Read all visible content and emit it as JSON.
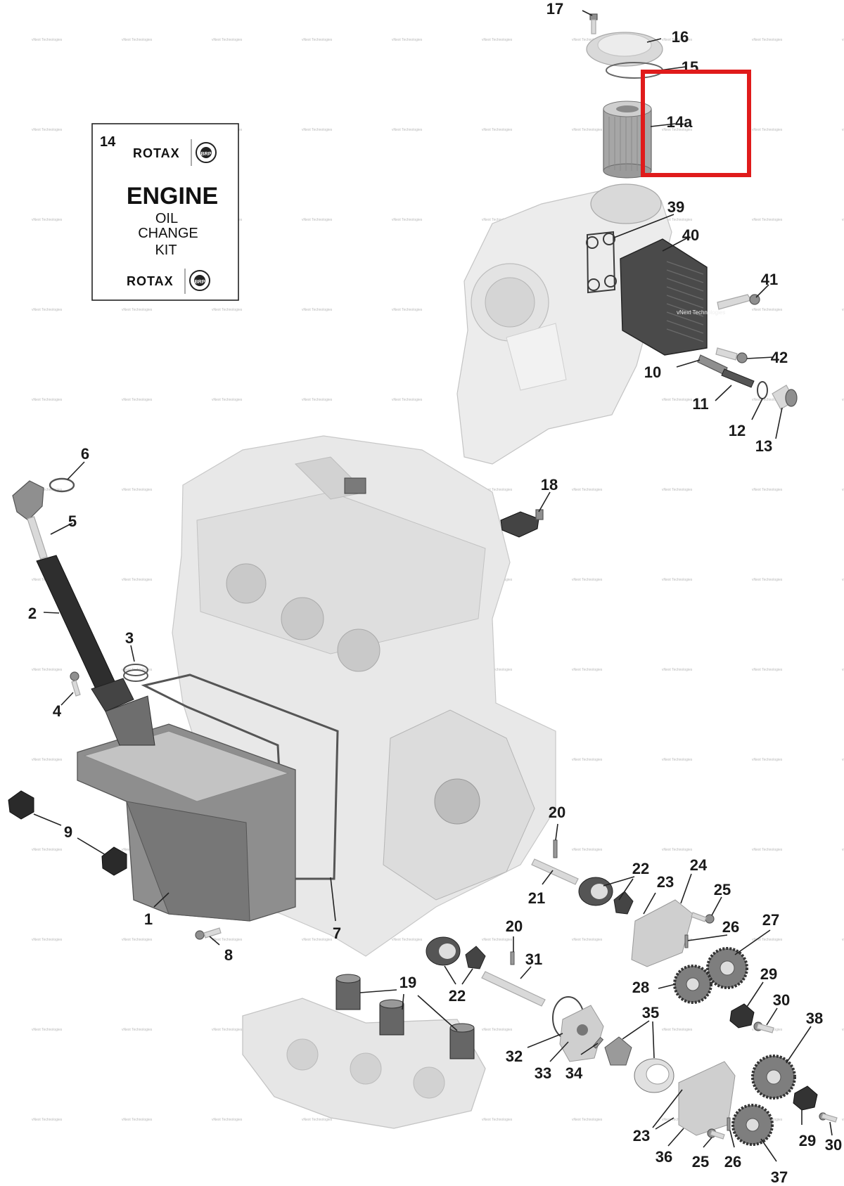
{
  "kit_box": {
    "number": "14",
    "brand": "ROTAX",
    "maker_badge": "BRP",
    "title": "ENGINE",
    "line1": "OIL",
    "line2": "CHANGE",
    "line3": "KIT"
  },
  "watermark_text": "vNext Technologies",
  "part_callouts": [
    {
      "id": "17",
      "text": "17"
    },
    {
      "id": "16",
      "text": "16"
    },
    {
      "id": "15",
      "text": "15"
    },
    {
      "id": "14a",
      "text": "14a"
    },
    {
      "id": "39",
      "text": "39"
    },
    {
      "id": "40",
      "text": "40"
    },
    {
      "id": "41",
      "text": "41"
    },
    {
      "id": "42",
      "text": "42"
    },
    {
      "id": "10",
      "text": "10"
    },
    {
      "id": "11",
      "text": "11"
    },
    {
      "id": "12",
      "text": "12"
    },
    {
      "id": "13",
      "text": "13"
    },
    {
      "id": "6",
      "text": "6"
    },
    {
      "id": "5",
      "text": "5"
    },
    {
      "id": "18",
      "text": "18"
    },
    {
      "id": "2",
      "text": "2"
    },
    {
      "id": "3",
      "text": "3"
    },
    {
      "id": "4",
      "text": "4"
    },
    {
      "id": "9",
      "text": "9"
    },
    {
      "id": "1",
      "text": "1"
    },
    {
      "id": "7",
      "text": "7"
    },
    {
      "id": "8",
      "text": "8"
    },
    {
      "id": "20a",
      "text": "20"
    },
    {
      "id": "21",
      "text": "21"
    },
    {
      "id": "22a",
      "text": "22"
    },
    {
      "id": "23a",
      "text": "23"
    },
    {
      "id": "24",
      "text": "24"
    },
    {
      "id": "25a",
      "text": "25"
    },
    {
      "id": "26a",
      "text": "26"
    },
    {
      "id": "27",
      "text": "27"
    },
    {
      "id": "20b",
      "text": "20"
    },
    {
      "id": "31",
      "text": "31"
    },
    {
      "id": "22b",
      "text": "22"
    },
    {
      "id": "19",
      "text": "19"
    },
    {
      "id": "28",
      "text": "28"
    },
    {
      "id": "29a",
      "text": "29"
    },
    {
      "id": "30a",
      "text": "30"
    },
    {
      "id": "35",
      "text": "35"
    },
    {
      "id": "38",
      "text": "38"
    },
    {
      "id": "32",
      "text": "32"
    },
    {
      "id": "33",
      "text": "33"
    },
    {
      "id": "34",
      "text": "34"
    },
    {
      "id": "23b",
      "text": "23"
    },
    {
      "id": "36",
      "text": "36"
    },
    {
      "id": "25b",
      "text": "25"
    },
    {
      "id": "26b",
      "text": "26"
    },
    {
      "id": "37",
      "text": "37"
    },
    {
      "id": "29b",
      "text": "29"
    },
    {
      "id": "30b",
      "text": "30"
    }
  ],
  "highlight": {
    "target": "14a",
    "color": "#e01b1b"
  }
}
